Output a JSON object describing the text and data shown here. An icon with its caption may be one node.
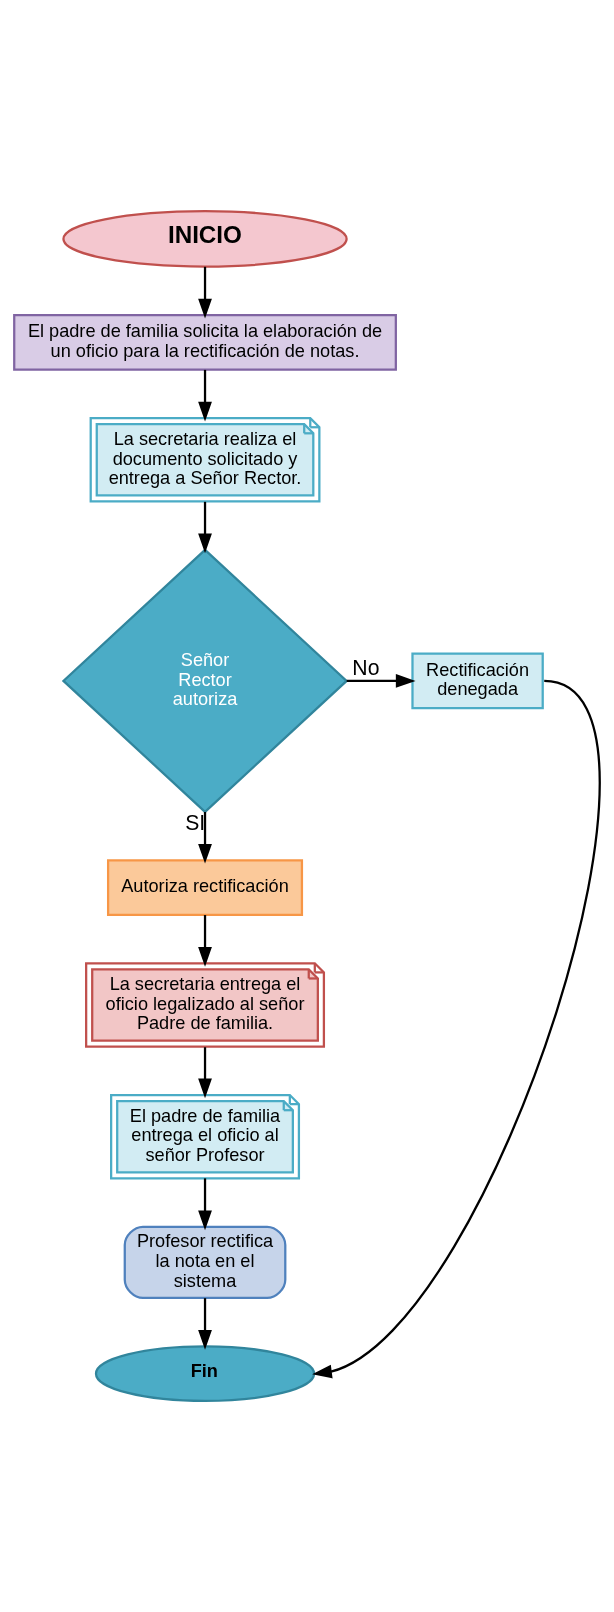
{
  "diagram": {
    "nodes": [
      {
        "text": [
          "INICIO"
        ]
      },
      {
        "text": [
          "El padre de familia solicita la elaboración de un oficio para la rectificación de notas."
        ]
      },
      {
        "text": [
          "La secretaria realiza el documento solicitado y entrega a Señor Rector."
        ]
      },
      {
        "text": [
          "Señor Rector autoriza"
        ]
      },
      {
        "text": [
          "Rectificación denegada"
        ]
      },
      {
        "text": [
          "Autoriza rectificación"
        ]
      },
      {
        "text": [
          "La secretaria entrega el oficio legalizado al señor Padre de familia."
        ]
      },
      {
        "text": [
          "El padre de familia entrega el oficio al señor Profesor"
        ]
      },
      {
        "text": [
          "Profesor rectifica la nota en el sistema"
        ]
      },
      {
        "text": [
          "Fin"
        ]
      }
    ],
    "edges": [
      {
        "from": 0,
        "to": 1,
        "arrow": "to"
      },
      {
        "from": 1,
        "to": 2,
        "arrow": "to"
      },
      {
        "from": 2,
        "to": 3,
        "arrow": "to"
      },
      {
        "from": 3,
        "to": 4,
        "arrow": "to",
        "label": "No"
      },
      {
        "from": 3,
        "to": 5,
        "arrow": "to",
        "label": "SI"
      },
      {
        "from": 5,
        "to": 6,
        "arrow": "to"
      },
      {
        "from": 6,
        "to": 7,
        "arrow": "to"
      },
      {
        "from": 7,
        "to": 8,
        "arrow": "to"
      },
      {
        "from": 8,
        "to": 9,
        "arrow": "to"
      },
      {
        "from": 4,
        "to": 9,
        "arrow": "to"
      }
    ]
  }
}
